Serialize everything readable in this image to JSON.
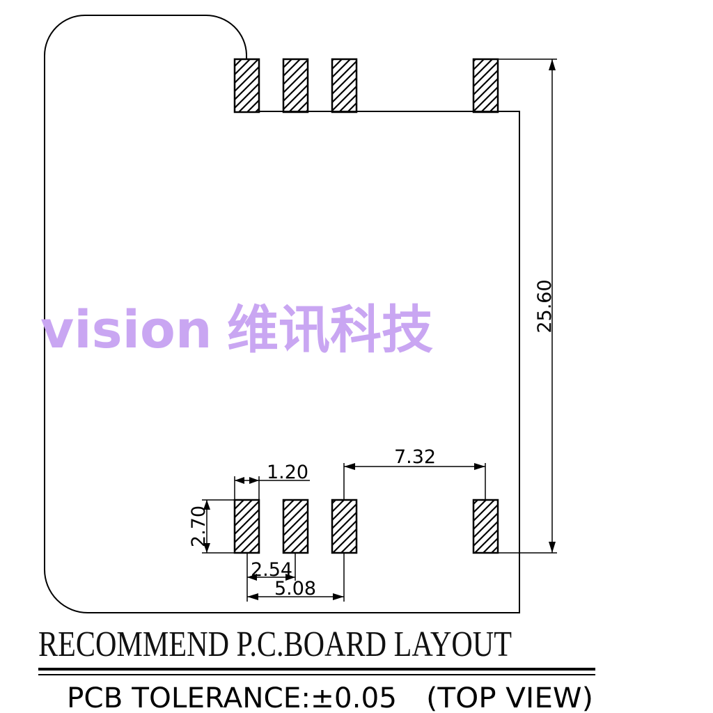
{
  "watermark": {
    "brand_latin": "vision",
    "brand_cjk": "维讯科技",
    "color": "#c9a6f2"
  },
  "dimensions": {
    "pad_width": "1.20",
    "pad_height": "2.70",
    "pitch": "2.54",
    "double_pitch": "5.08",
    "gap_to_last_pad": "7.32",
    "pad_row_span": "25.60"
  },
  "title_block": {
    "title": "RECOMMEND P.C.BOARD LAYOUT",
    "tolerance": "PCB TOLERANCE:±0.05",
    "view": "(TOP VIEW)"
  },
  "layout": {
    "pads_per_row": 4,
    "pad_rows": 2,
    "pad_fill": "hatched"
  }
}
